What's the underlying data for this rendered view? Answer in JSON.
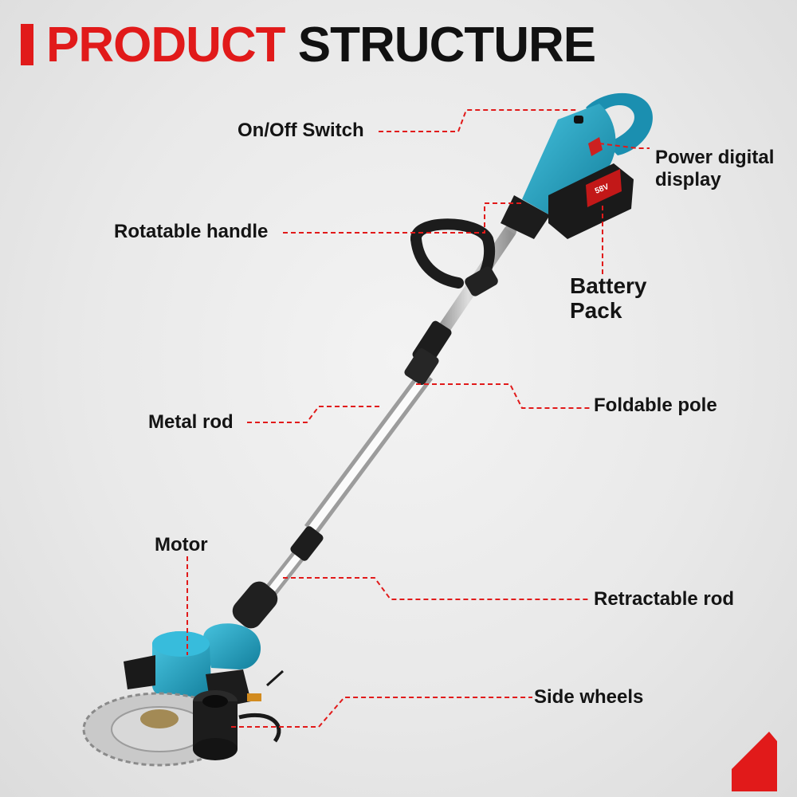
{
  "title": {
    "accent": "PRODUCT",
    "main": "STRUCTURE"
  },
  "colors": {
    "accent": "#e11a1a",
    "tool_body": "#1f9fc0",
    "text": "#141414",
    "background": "#e9e9e9"
  },
  "labels": {
    "on_off_switch": "On/Off Switch",
    "power_display": "Power digital display",
    "rotatable_handle": "Rotatable handle",
    "battery_pack": "Battery Pack",
    "metal_rod": "Metal rod",
    "foldable_pole": "Foldable pole",
    "motor": "Motor",
    "retractable_rod": "Retractable rod",
    "side_wheels": "Side wheels"
  },
  "battery_marking": "58V"
}
